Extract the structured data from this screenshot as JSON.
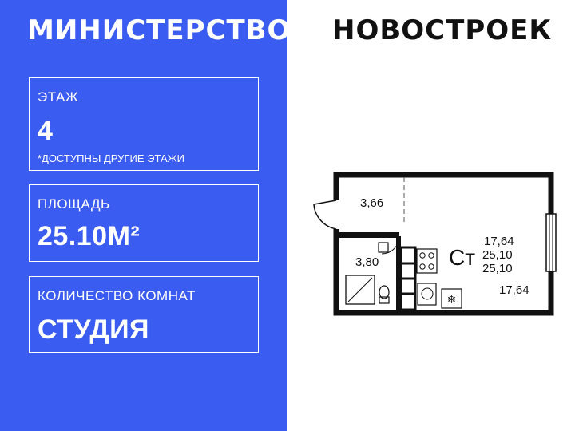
{
  "header": {
    "brand_left": "МИНИСТЕРСТВО",
    "brand_right": "НОВОСТРОЕК"
  },
  "floor": {
    "label": "ЭТАЖ",
    "value": "4",
    "note": "*ДОСТУПНЫ ДРУГИЕ ЭТАЖИ"
  },
  "area": {
    "label": "ПЛОЩАДЬ",
    "value": "25.10М²"
  },
  "rooms": {
    "label": "КОЛИЧЕСТВО КОМНАТ",
    "value": "СТУДИЯ"
  },
  "floor_plan": {
    "hall_area": "3,66",
    "bath_area": "3,80",
    "room_code": "Ст",
    "living_area": "17,64",
    "total_area": "25,10",
    "total_area_2": "25,10",
    "room_area": "17,64"
  },
  "colors": {
    "panel": "#3a5cf0",
    "text_on_panel": "#ffffff",
    "wall": "#111111"
  }
}
